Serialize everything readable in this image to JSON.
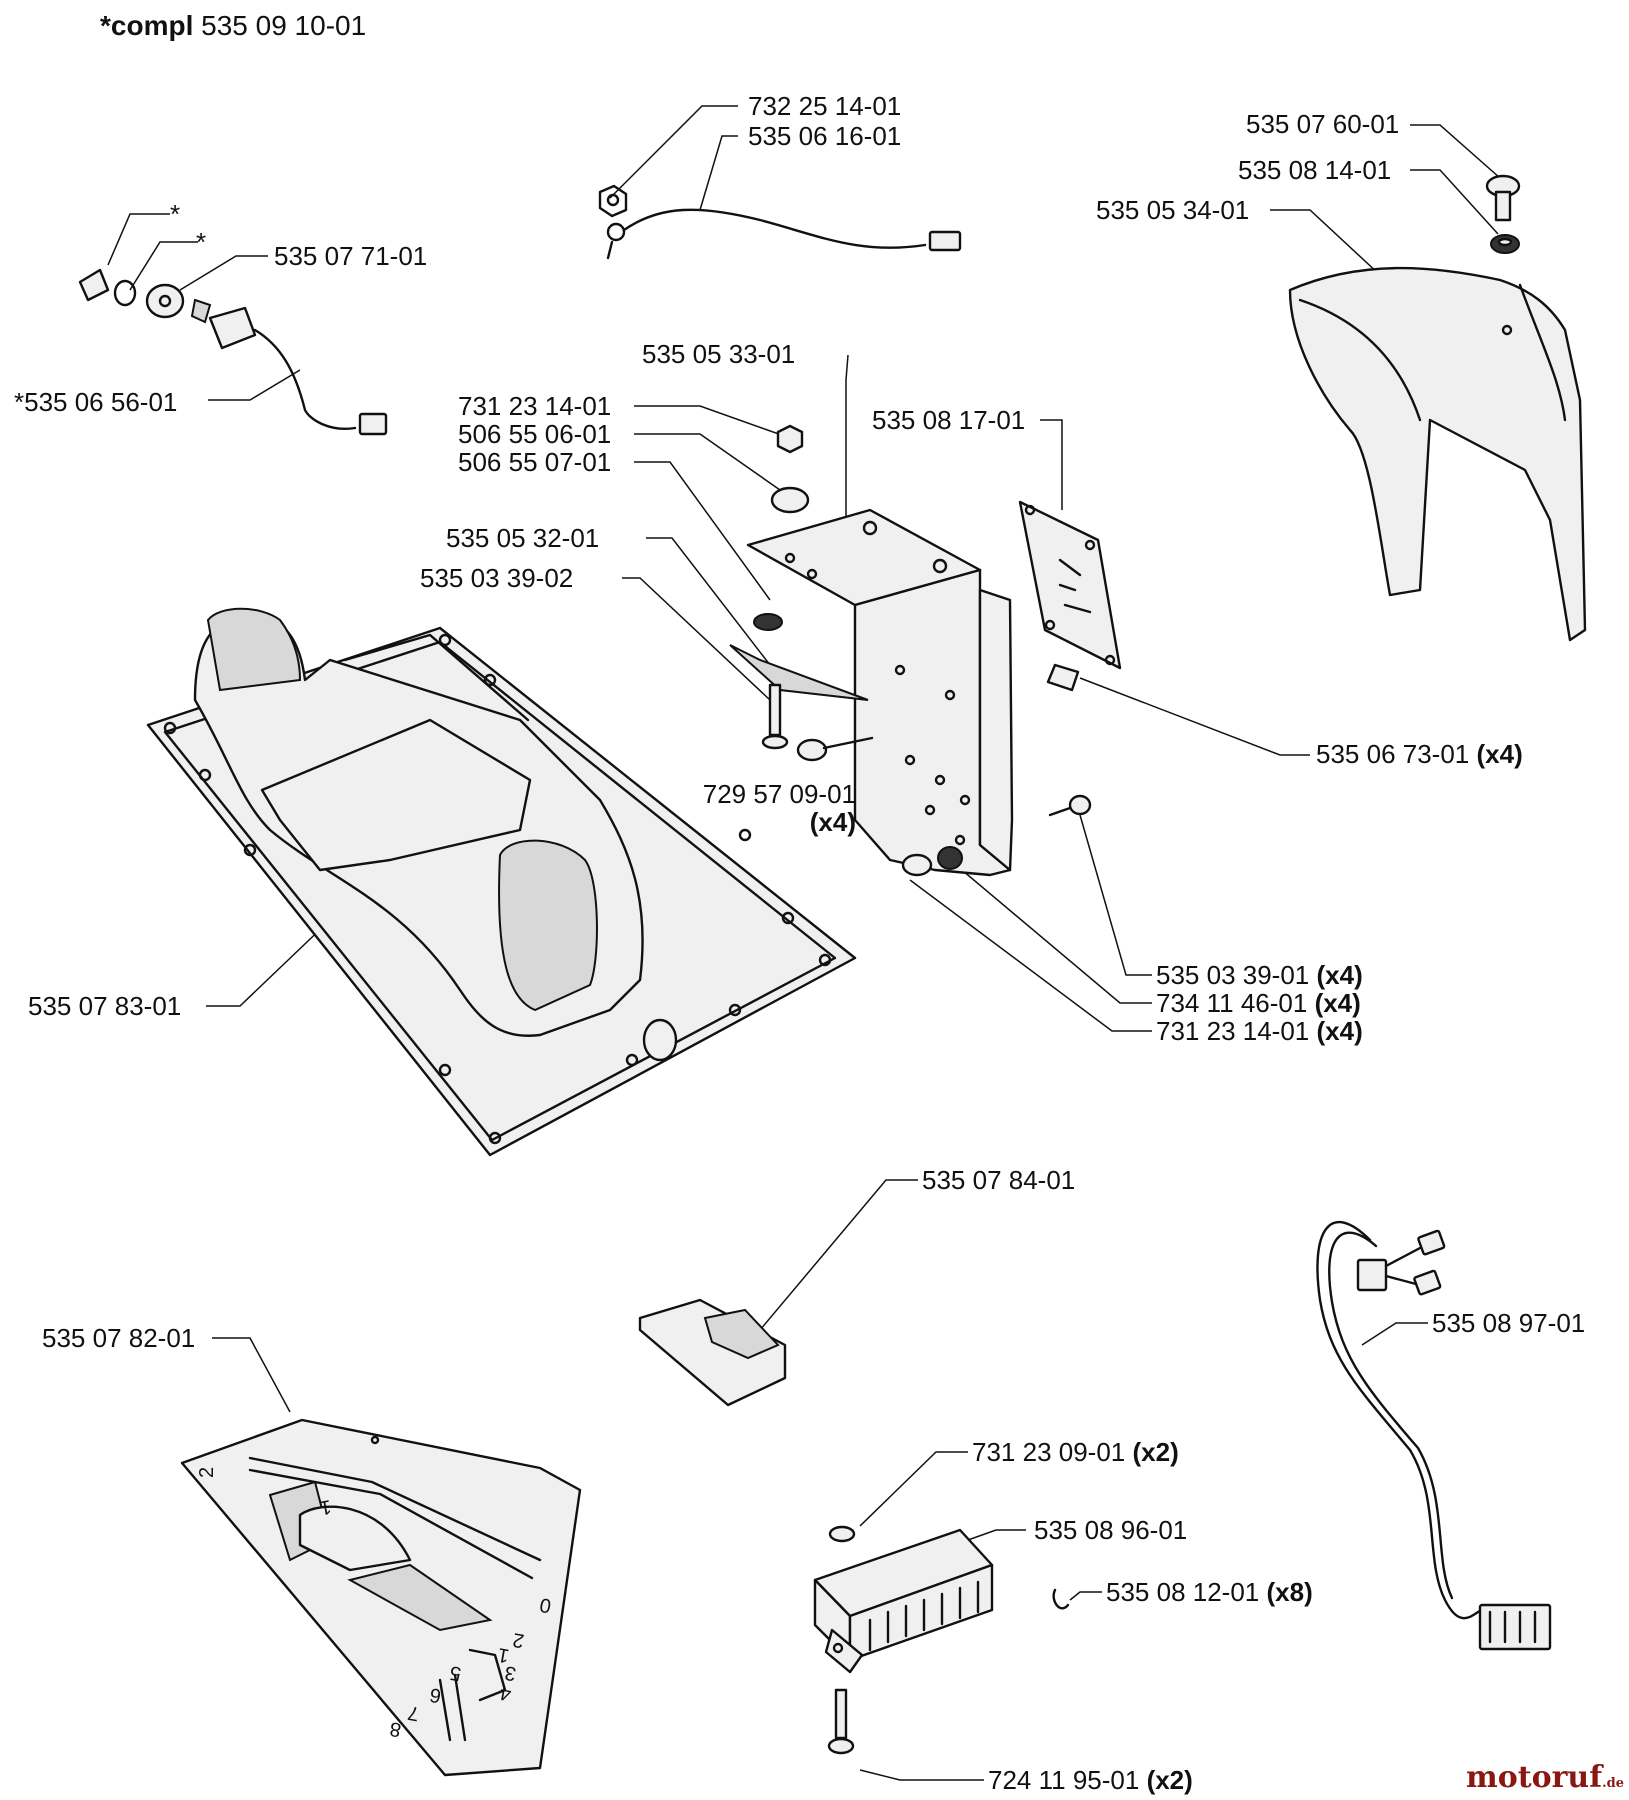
{
  "title": {
    "bold": "*compl",
    "text": "535 09 10-01"
  },
  "brand": {
    "name": "motoruf",
    "suffix": ".de"
  },
  "parts": [
    {
      "id": "p1",
      "number": "732 25 14-01",
      "qty": ""
    },
    {
      "id": "p2",
      "number": "535 06 16-01",
      "qty": ""
    },
    {
      "id": "p3",
      "number": "535 07 60-01",
      "qty": ""
    },
    {
      "id": "p4",
      "number": "535 08 14-01",
      "qty": ""
    },
    {
      "id": "p5",
      "number": "535 05 34-01",
      "qty": ""
    },
    {
      "id": "p6",
      "number": "*",
      "qty": ""
    },
    {
      "id": "p7",
      "number": "*",
      "qty": ""
    },
    {
      "id": "p8",
      "number": "535 07 71-01",
      "qty": ""
    },
    {
      "id": "p9",
      "number": "*535 06 56-01",
      "qty": ""
    },
    {
      "id": "p10",
      "number": "535 05 33-01",
      "qty": ""
    },
    {
      "id": "p11",
      "number": "731 23 14-01",
      "qty": ""
    },
    {
      "id": "p12",
      "number": "506 55 06-01",
      "qty": ""
    },
    {
      "id": "p13",
      "number": "506 55 07-01",
      "qty": ""
    },
    {
      "id": "p14",
      "number": "535 08 17-01",
      "qty": ""
    },
    {
      "id": "p15",
      "number": "535 05 32-01",
      "qty": ""
    },
    {
      "id": "p16",
      "number": "535 03 39-02",
      "qty": ""
    },
    {
      "id": "p17",
      "number": "535 06 73-01",
      "qty": "(x4)"
    },
    {
      "id": "p18",
      "number": "729 57 09-01",
      "qty": "(x4)"
    },
    {
      "id": "p19",
      "number": "535 07 83-01",
      "qty": ""
    },
    {
      "id": "p20",
      "number": "535 03 39-01",
      "qty": "(x4)"
    },
    {
      "id": "p21",
      "number": "734 11 46-01",
      "qty": "(x4)"
    },
    {
      "id": "p22",
      "number": "731 23 14-01",
      "qty": "(x4)"
    },
    {
      "id": "p23",
      "number": "535 07 84-01",
      "qty": ""
    },
    {
      "id": "p24",
      "number": "535 08 97-01",
      "qty": ""
    },
    {
      "id": "p25",
      "number": "535 07 82-01",
      "qty": ""
    },
    {
      "id": "p26",
      "number": "731 23 09-01",
      "qty": "(x2)"
    },
    {
      "id": "p27",
      "number": "535 08 96-01",
      "qty": ""
    },
    {
      "id": "p28",
      "number": "535 08 12-01",
      "qty": "(x8)"
    },
    {
      "id": "p29",
      "number": "724 11 95-01",
      "qty": "(x2)"
    }
  ],
  "shifter_markings": [
    "2",
    "1",
    "0",
    "2",
    "1",
    "3",
    "4",
    "5",
    "6",
    "7",
    "8"
  ]
}
